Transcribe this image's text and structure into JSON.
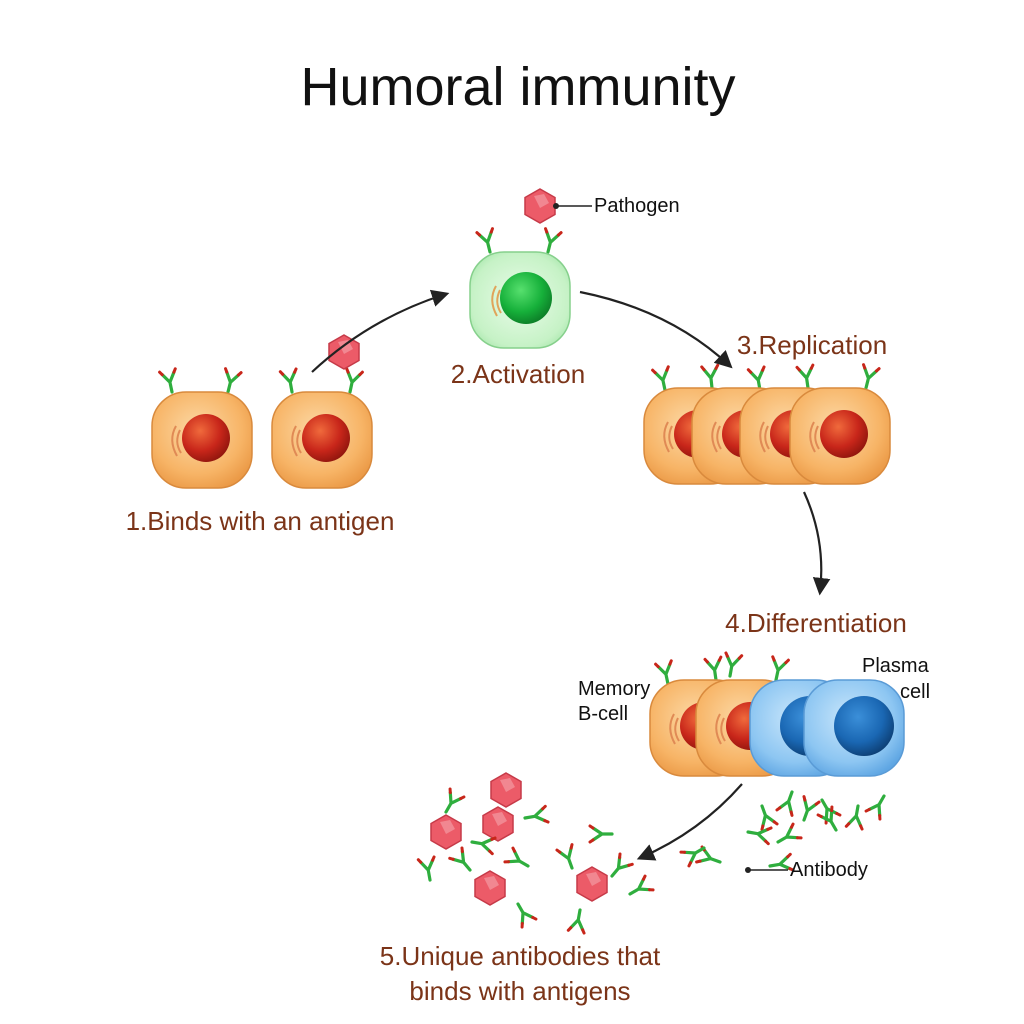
{
  "title": "Humoral immunity",
  "steps": {
    "s1": "1.Binds with an antigen",
    "s2": "2.Activation",
    "s3": "3.Replication",
    "s4": "4.Differentiation",
    "s5_line1": "5.Unique antibodies that",
    "s5_line2": "binds with antigens"
  },
  "labels": {
    "pathogen": "Pathogen",
    "memory_line1": "Memory",
    "memory_line2": "B-cell",
    "plasma_line1": "Plasma",
    "plasma_line2": "cell",
    "antibody": "Antibody"
  },
  "colors": {
    "step_text": "#7b3418",
    "b_cell": "#f7b466",
    "b_nucleus": "#c8261a",
    "activated_cell": "#c6f2c6",
    "activated_nucleus": "#16b03a",
    "plasma_cell": "#8dc6f2",
    "plasma_nucleus": "#1a67b3",
    "antigen": "#ec5b68",
    "antibody": "#2fae3e"
  }
}
